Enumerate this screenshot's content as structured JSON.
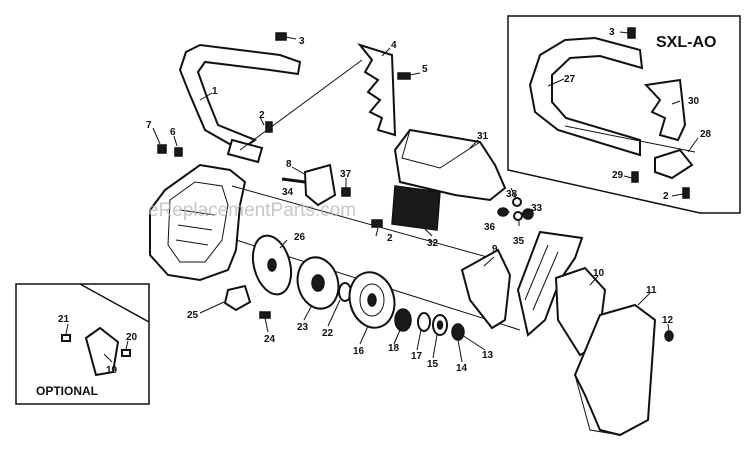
{
  "diagram": {
    "model_label": "SXL-AO",
    "optional_label": "OPTIONAL",
    "watermark": "eReplacementParts.com",
    "callouts": {
      "n1": "1",
      "n2a": "2",
      "n2b": "2",
      "n2c": "2",
      "n3a": "3",
      "n3b": "3",
      "n4": "4",
      "n5": "5",
      "n6": "6",
      "n7": "7",
      "n8": "8",
      "n9": "9",
      "n10": "10",
      "n11": "11",
      "n12": "12",
      "n13": "13",
      "n14": "14",
      "n15": "15",
      "n16": "16",
      "n17": "17",
      "n18": "18",
      "n19": "19",
      "n20": "20",
      "n21": "21",
      "n22": "22",
      "n23": "23",
      "n24": "24",
      "n25": "25",
      "n26": "26",
      "n27": "27",
      "n28": "28",
      "n29": "29",
      "n30": "30",
      "n31": "31",
      "n32": "32",
      "n33": "33",
      "n34": "34",
      "n35": "35",
      "n36": "36",
      "n37": "37",
      "n38": "38"
    }
  }
}
